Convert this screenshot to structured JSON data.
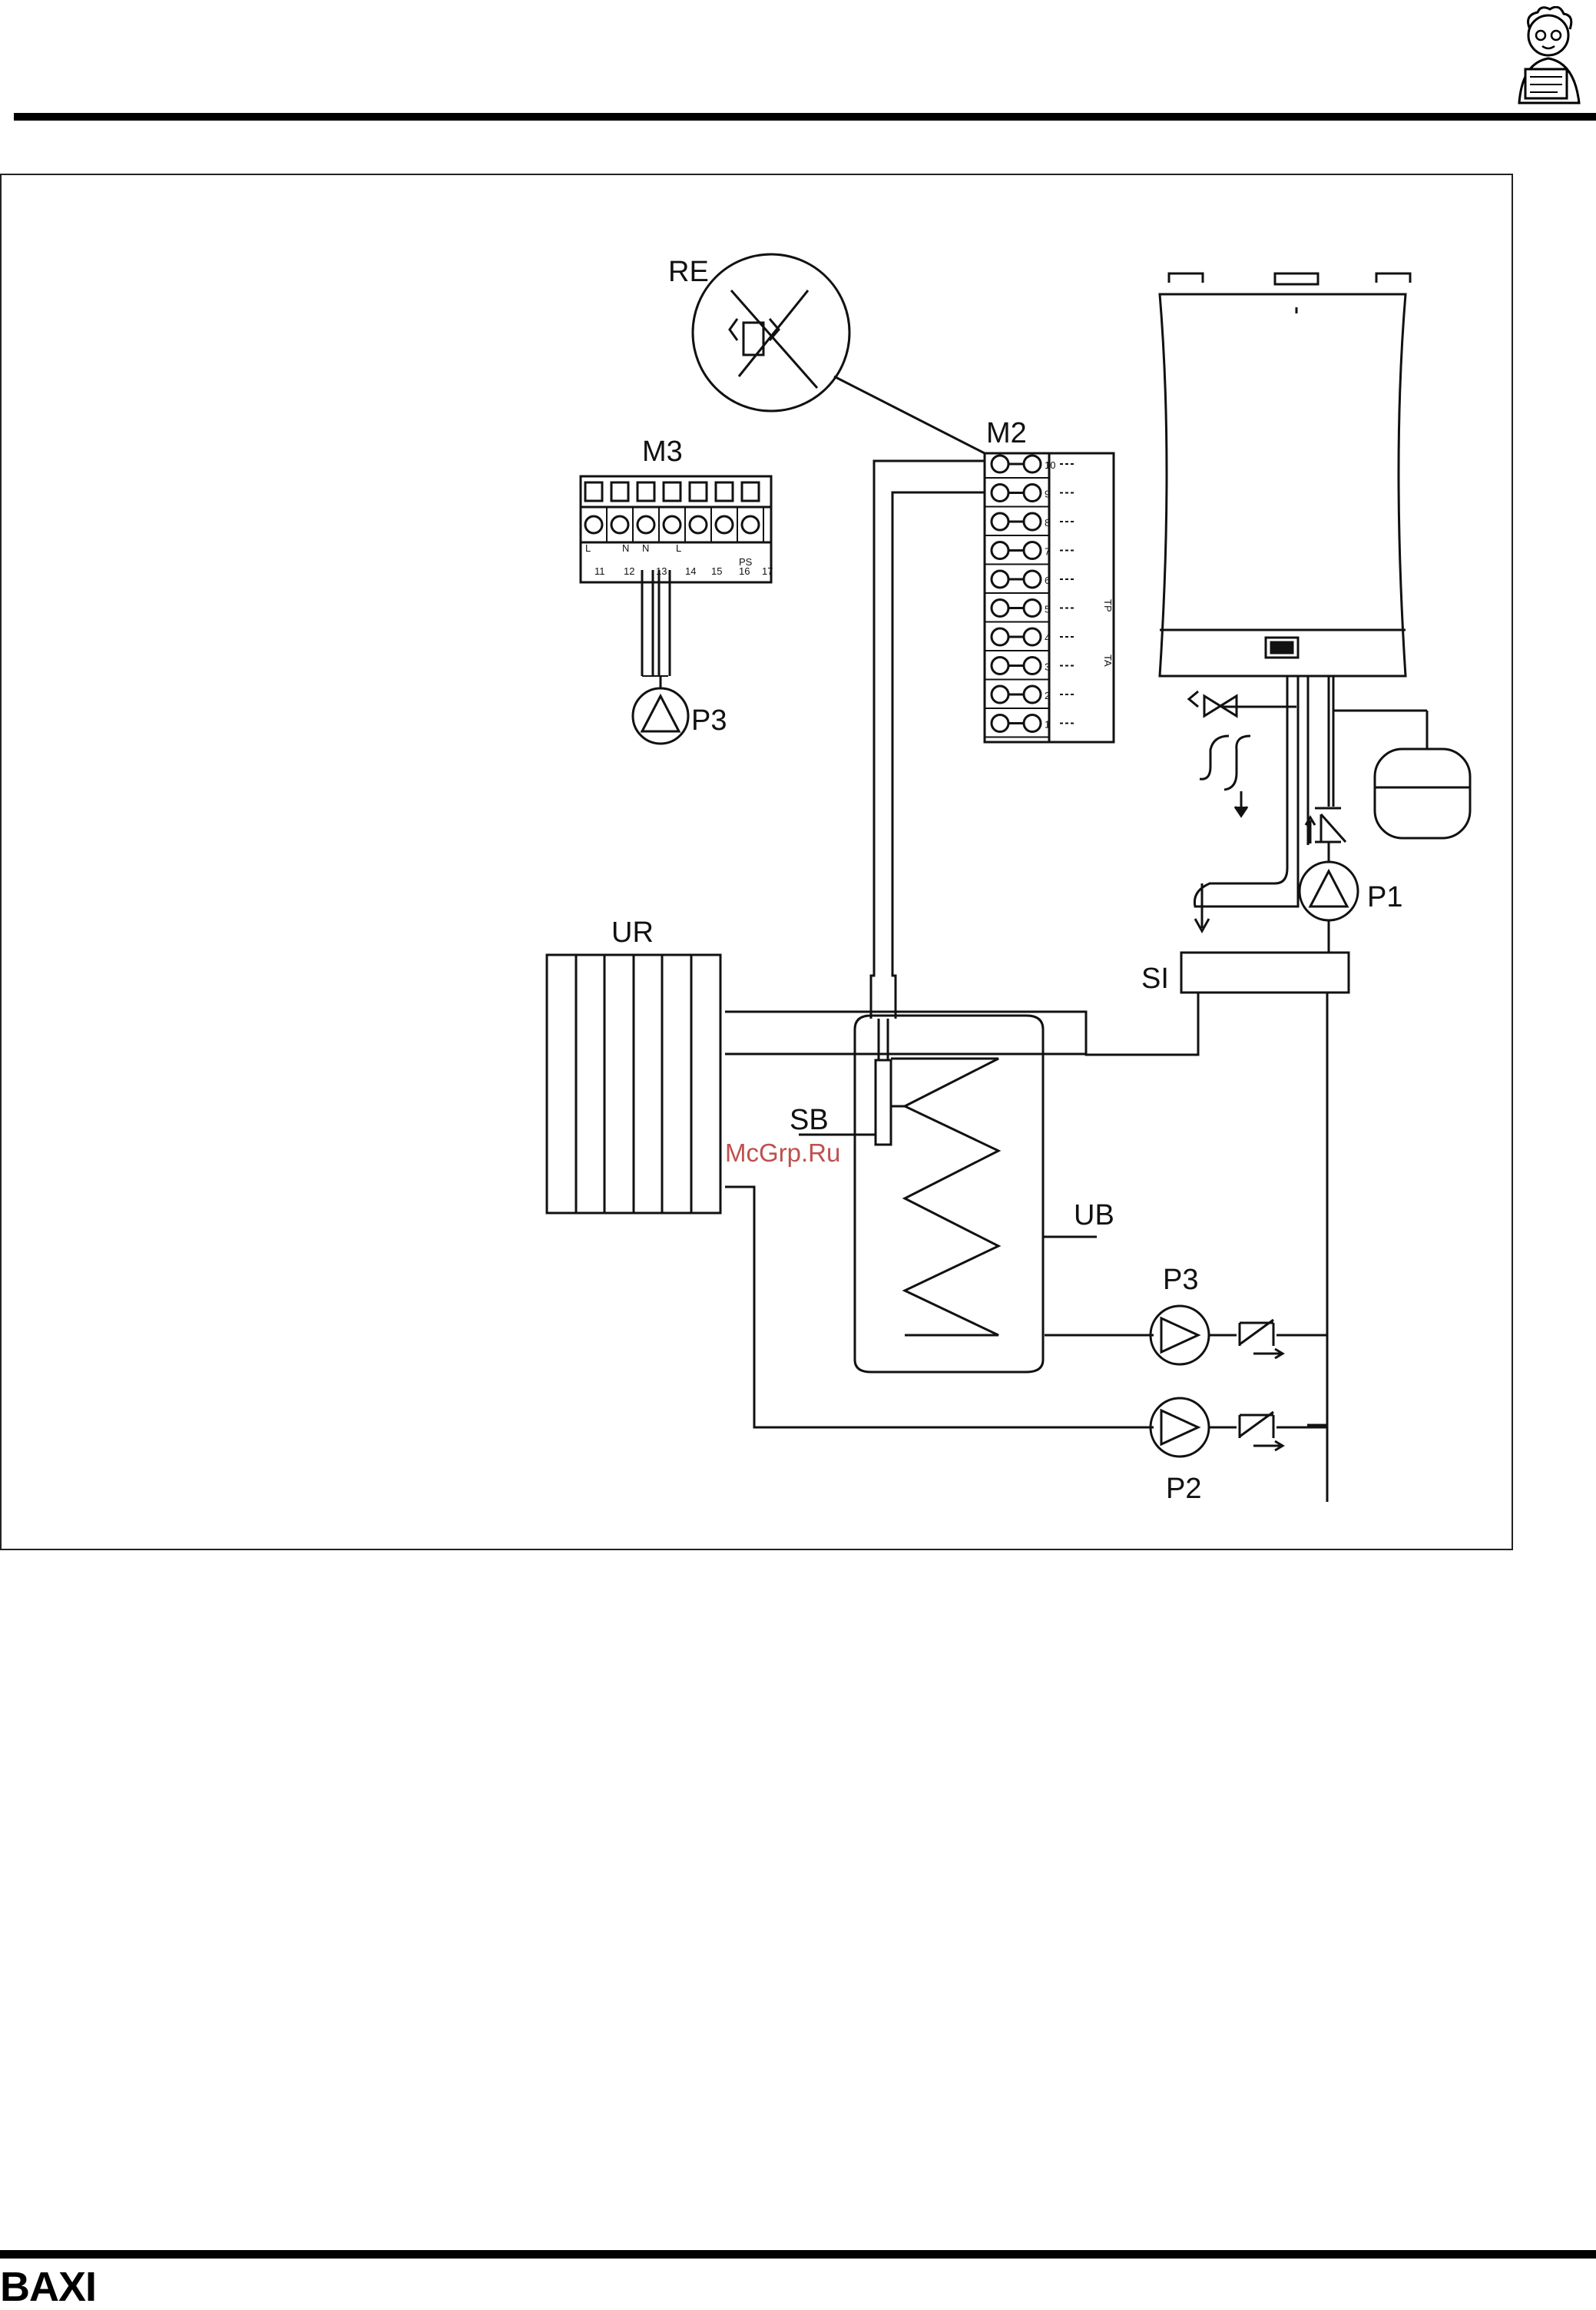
{
  "brand": "BAXI",
  "watermark": "McGrp.Ru",
  "labels": {
    "re": "RE",
    "m2": "M2",
    "m3": "M3",
    "p3_top": "P3",
    "p1": "P1",
    "ur": "UR",
    "si": "SI",
    "sb": "SB",
    "ub": "UB",
    "p3_tank": "P3",
    "p2": "P2"
  },
  "m2_terminals": [
    "10",
    "9",
    "8",
    "7",
    "6",
    "5",
    "4",
    "3",
    "2",
    "1"
  ],
  "m2_symbols": {
    "tp": "TP",
    "ta": "TA"
  },
  "m3_terminals": [
    "11",
    "12",
    "13",
    "14",
    "15",
    "16",
    "17"
  ],
  "m3_letters": [
    "L",
    "N",
    "N",
    "L"
  ],
  "m3_ps": "PS"
}
